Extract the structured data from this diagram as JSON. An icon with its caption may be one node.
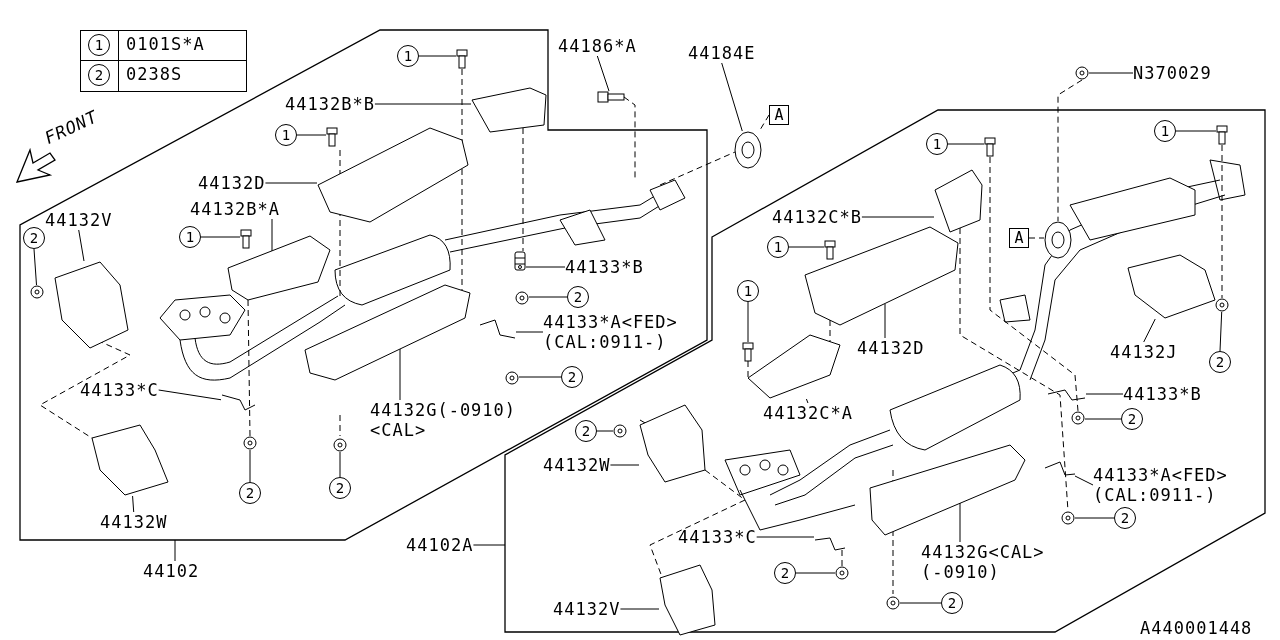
{
  "diagram": {
    "nodes": [
      {
        "text": [],
        "shape": "box"
      },
      {
        "text": [
          "1"
        ],
        "in": 0
      },
      {
        "text": [
          "44132B*B"
        ],
        "in": 0
      },
      {
        "text": [
          "1"
        ],
        "in": 0
      },
      {
        "text": [
          "44132D"
        ],
        "in": 0
      },
      {
        "text": [
          "44132B*A"
        ],
        "in": 0
      },
      {
        "text": [
          "1"
        ],
        "in": 0
      },
      {
        "text": [
          "44132V"
        ],
        "in": 0
      },
      {
        "text": [
          "2"
        ],
        "in": 0
      },
      {
        "text": [
          "44133*B"
        ],
        "in": 0
      },
      {
        "text": [
          "2"
        ],
        "in": 0
      },
      {
        "text": [
          "44133*A<FED> (CAL:0911-)"
        ],
        "in": 0
      },
      {
        "text": [
          "2"
        ],
        "in": 0
      },
      {
        "text": [
          "44133*C"
        ],
        "in": 0
      },
      {
        "text": [
          "44132G(-0910) <CAL>"
        ],
        "in": 0
      },
      {
        "text": [
          "2"
        ],
        "in": 0
      },
      {
        "text": [
          "2"
        ],
        "in": 0
      },
      {
        "text": [
          "44132W"
        ],
        "in": 0
      },
      {
        "text": [
          "44102"
        ]
      },
      {
        "text": [
          "44186*A"
        ]
      },
      {
        "text": [
          "44184E"
        ]
      },
      {
        "text": [
          "A"
        ]
      },
      {
        "text": [
          "N370029"
        ]
      },
      {
        "text": [],
        "shape": "box"
      },
      {
        "text": [
          "1"
        ],
        "in": 23
      },
      {
        "text": [
          "1"
        ],
        "in": 23
      },
      {
        "text": [
          "44132C*B"
        ],
        "in": 23
      },
      {
        "text": [
          "A"
        ],
        "in": 23
      },
      {
        "text": [
          "1"
        ],
        "in": 23
      },
      {
        "text": [
          "1"
        ],
        "in": 23
      },
      {
        "text": [
          "44132D"
        ],
        "in": 23
      },
      {
        "text": [
          "44132J"
        ],
        "in": 23
      },
      {
        "text": [
          "2"
        ],
        "in": 23
      },
      {
        "text": [
          "44133*B"
        ],
        "in": 23
      },
      {
        "text": [
          "44132C*A"
        ],
        "in": 23
      },
      {
        "text": [
          "2"
        ],
        "in": 23
      },
      {
        "text": [
          "44132W"
        ],
        "in": 23
      },
      {
        "text": [
          "44133*A<FED> (CAL:0911-)"
        ],
        "in": 23
      },
      {
        "text": [
          "2"
        ],
        "in": 23
      },
      {
        "text": [
          "44132G<CAL> (-0910)"
        ],
        "in": 23
      },
      {
        "text": [
          "44133*C"
        ],
        "in": 23
      },
      {
        "text": [
          "2"
        ],
        "in": 23
      },
      {
        "text": [
          "44132V"
        ],
        "in": 23
      },
      {
        "text": [
          "2"
        ],
        "in": 23
      },
      {
        "text": [
          "44102A"
        ]
      },
      {
        "text": [
          "2"
        ],
        "in": 23
      },
      {
        "text": [
          "1"
        ]
      },
      {
        "text": [
          "2"
        ]
      },
      {
        "text": [],
        "shape": "picture",
        "in": 0
      },
      {
        "text": [],
        "shape": "picture",
        "in": 0
      },
      {
        "text": [],
        "shape": "picture",
        "in": 0
      },
      {
        "text": [],
        "shape": "picture",
        "in": 0
      },
      {
        "text": [],
        "shape": "picture",
        "in": 0
      },
      {
        "text": [],
        "shape": "picture",
        "in": 0
      },
      {
        "text": [],
        "shape": "picture",
        "in": 0
      },
      {
        "text": [],
        "shape": "picture",
        "in": 0
      },
      {
        "text": [],
        "shape": "picture",
        "in": 0
      },
      {
        "text": [],
        "shape": "picture",
        "in": 0
      },
      {
        "text": [],
        "shape": "picture",
        "in": 0
      },
      {
        "text": [],
        "shape": "picture",
        "in": 0
      },
      {
        "text": [],
        "shape": "picture",
        "in": 0
      },
      {
        "text": [],
        "shape": "picture",
        "in": 0
      },
      {
        "text": [],
        "shape": "picture",
        "in": 0
      },
      {
        "text": [],
        "shape": "picture",
        "in": 0
      },
      {
        "text": [],
        "shape": "picture",
        "in": 0
      },
      {
        "text": [],
        "shape": "picture"
      },
      {
        "text": [],
        "shape": "picture"
      },
      {
        "text": [],
        "shape": "picture"
      },
      {
        "text": [],
        "shape": "picture",
        "in": 23
      },
      {
        "text": [],
        "shape": "picture",
        "in": 23
      },
      {
        "text": [],
        "shape": "picture",
        "in": 23
      },
      {
        "text": [],
        "shape": "picture",
        "in": 23
      },
      {
        "text": [],
        "shape": "picture",
        "in": 23
      },
      {
        "text": [],
        "shape": "picture",
        "in": 23
      },
      {
        "text": [],
        "shape": "picture",
        "in": 23
      },
      {
        "text": [],
        "shape": "picture",
        "in": 23
      },
      {
        "text": [],
        "shape": "picture",
        "in": 23
      },
      {
        "text": [],
        "shape": "picture",
        "in": 23
      },
      {
        "text": [],
        "shape": "picture",
        "in": 23
      },
      {
        "text": [],
        "shape": "picture",
        "in": 23
      },
      {
        "text": [],
        "shape": "picture",
        "in": 23
      },
      {
        "text": [],
        "shape": "picture",
        "in": 23
      },
      {
        "text": [],
        "shape": "picture",
        "in": 23
      },
      {
        "text": [],
        "shape": "picture",
        "in": 23
      },
      {
        "text": [],
        "shape": "picture",
        "in": 23
      },
      {
        "text": [],
        "shape": "picture",
        "in": 23
      },
      {
        "text": [],
        "shape": "picture",
        "in": 23
      },
      {
        "text": [],
        "shape": "picture",
        "in": 23
      },
      {
        "text": [],
        "shape": "picture",
        "in": 23
      }
    ],
    "edges": [
      {
        "from": 1,
        "to": 48,
        "arrow": "none"
      },
      {
        "from": 2,
        "to": 49,
        "arrow": "none"
      },
      {
        "from": 3,
        "to": 50,
        "arrow": "none"
      },
      {
        "from": 4,
        "to": 51,
        "arrow": "none"
      },
      {
        "from": 5,
        "to": 52,
        "arrow": "none"
      },
      {
        "from": 6,
        "to": 53,
        "arrow": "none"
      },
      {
        "from": 7,
        "to": 54,
        "arrow": "none"
      },
      {
        "from": 8,
        "to": 55,
        "arrow": "none"
      },
      {
        "from": 9,
        "to": 56,
        "arrow": "none"
      },
      {
        "from": 10,
        "to": 57,
        "arrow": "none"
      },
      {
        "from": 11,
        "to": 58,
        "arrow": "none"
      },
      {
        "from": 12,
        "to": 59,
        "arrow": "none"
      },
      {
        "from": 13,
        "to": 60,
        "arrow": "none"
      },
      {
        "from": 14,
        "to": 61,
        "arrow": "none"
      },
      {
        "from": 15,
        "to": 62,
        "arrow": "none"
      },
      {
        "from": 16,
        "to": 63,
        "arrow": "none"
      },
      {
        "from": 17,
        "to": 64,
        "arrow": "none"
      },
      {
        "from": 18,
        "to": 0,
        "arrow": "none"
      },
      {
        "from": 19,
        "to": 65,
        "arrow": "none"
      },
      {
        "from": 20,
        "to": 66,
        "arrow": "none"
      },
      {
        "from": 21,
        "to": 66,
        "arrow": "none",
        "style": "dashed"
      },
      {
        "from": 22,
        "to": 67,
        "arrow": "none"
      },
      {
        "from": 24,
        "to": 68,
        "arrow": "none"
      },
      {
        "from": 25,
        "to": 69,
        "arrow": "none"
      },
      {
        "from": 26,
        "to": 70,
        "arrow": "none"
      },
      {
        "from": 27,
        "to": 71,
        "arrow": "none",
        "style": "dashed"
      },
      {
        "from": 28,
        "to": 72,
        "arrow": "none"
      },
      {
        "from": 29,
        "to": 73,
        "arrow": "none"
      },
      {
        "from": 30,
        "to": 74,
        "arrow": "none"
      },
      {
        "from": 31,
        "to": 75,
        "arrow": "none"
      },
      {
        "from": 32,
        "to": 76,
        "arrow": "none"
      },
      {
        "from": 33,
        "to": 77,
        "arrow": "none"
      },
      {
        "from": 45,
        "to": 78,
        "arrow": "none"
      },
      {
        "from": 34,
        "to": 79,
        "arrow": "none"
      },
      {
        "from": 35,
        "to": 80,
        "arrow": "none"
      },
      {
        "from": 36,
        "to": 81,
        "arrow": "none"
      },
      {
        "from": 37,
        "to": 82,
        "arrow": "none"
      },
      {
        "from": 38,
        "to": 83,
        "arrow": "none"
      },
      {
        "from": 39,
        "to": 84,
        "arrow": "none"
      },
      {
        "from": 40,
        "to": 85,
        "arrow": "none"
      },
      {
        "from": 41,
        "to": 86,
        "arrow": "none"
      },
      {
        "from": 42,
        "to": 87,
        "arrow": "none"
      },
      {
        "from": 43,
        "to": 88,
        "arrow": "none"
      },
      {
        "from": 44,
        "to": 23,
        "arrow": "none"
      },
      {
        "from": 48,
        "to": 61,
        "arrow": "none",
        "style": "dashed"
      },
      {
        "from": 49,
        "to": 56,
        "arrow": "none",
        "style": "dashed"
      },
      {
        "from": 52,
        "to": 62,
        "arrow": "none",
        "style": "dashed"
      },
      {
        "from": 54,
        "to": 64,
        "arrow": "none",
        "style": "dashed"
      },
      {
        "from": 81,
        "to": 87,
        "arrow": "none",
        "style": "dashed"
      },
      {
        "from": 67,
        "to": 71,
        "arrow": "none",
        "style": "dashed"
      },
      {
        "from": 69,
        "to": 78,
        "arrow": "none",
        "style": "dashed"
      },
      {
        "from": 68,
        "to": 76,
        "arrow": "none",
        "style": "dashed"
      },
      {
        "from": 70,
        "to": 83,
        "arrow": "none",
        "style": "dashed"
      },
      {
        "from": 74,
        "to": 79,
        "arrow": "none",
        "style": "dashed"
      },
      {
        "from": 73,
        "to": 79,
        "arrow": "none",
        "style": "dashed"
      },
      {
        "from": 85,
        "to": 86,
        "arrow": "none",
        "style": "dashed"
      }
    ],
    "labels": [
      "0101S*A",
      "0238S",
      "FRONT",
      "A440001448"
    ]
  }
}
